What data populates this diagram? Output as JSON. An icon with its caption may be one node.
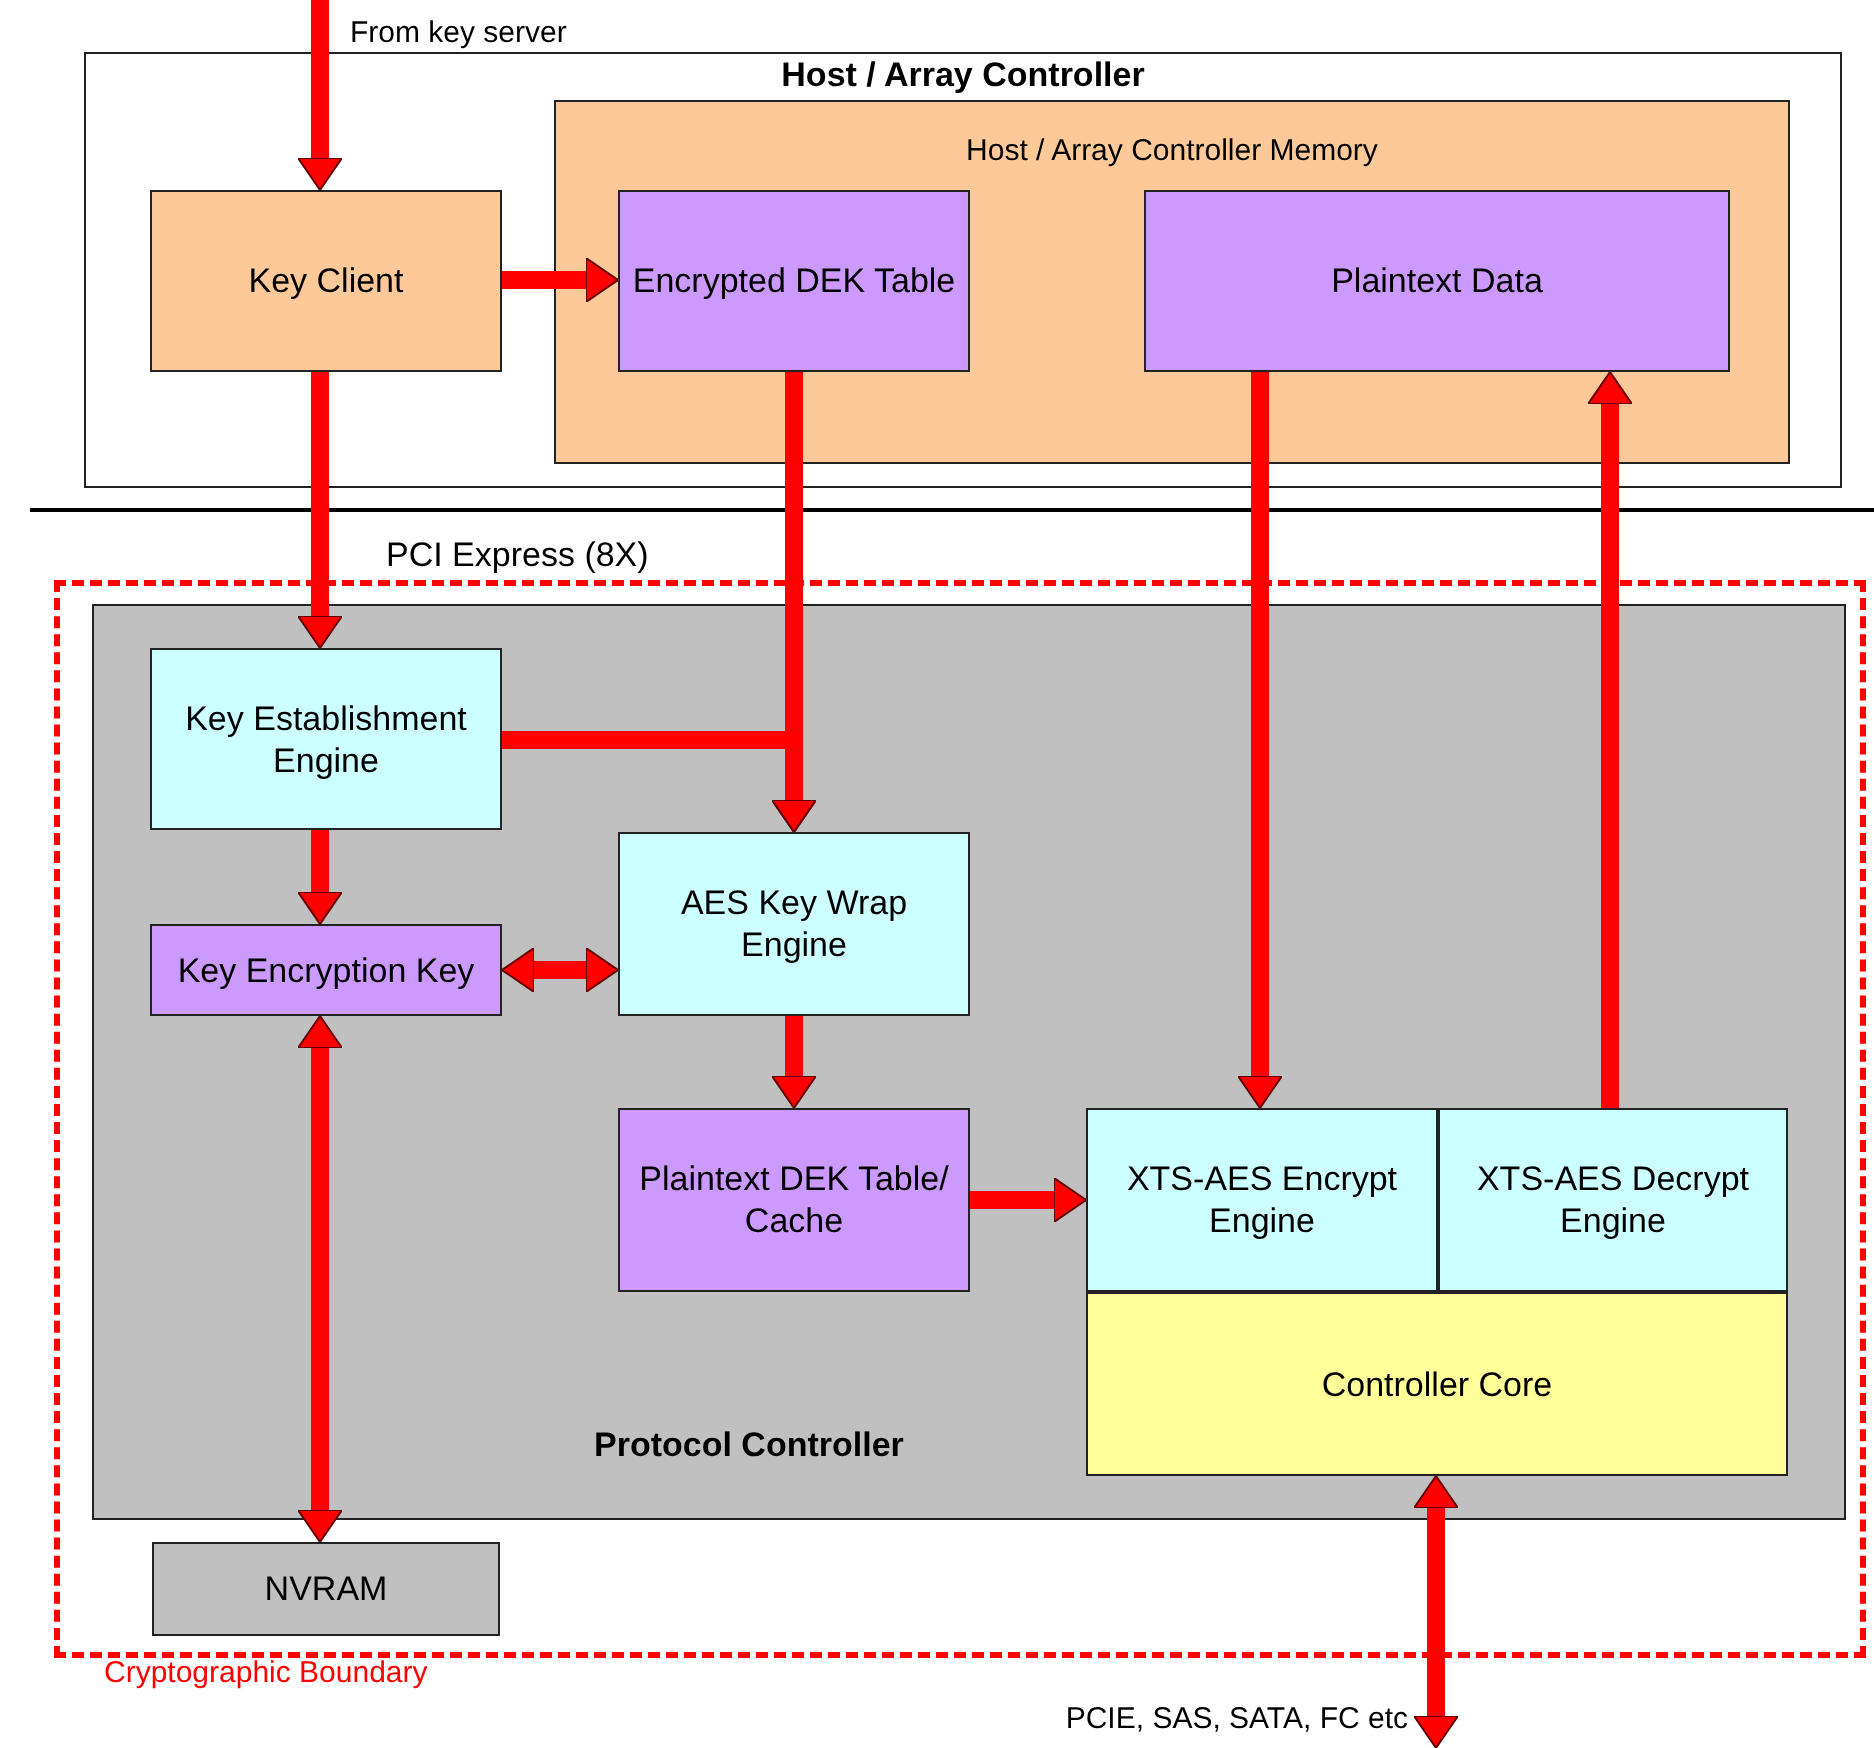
{
  "diagram": {
    "nodes": [
      {
        "text": [
          "Host / Array Controller"
        ]
      },
      {
        "text": [
          "Host / Array Controller Memory"
        ],
        "in": 0
      },
      {
        "text": [
          "Key Client"
        ],
        "in": 0
      },
      {
        "text": [
          "Encrypted DEK Table"
        ],
        "in": 1
      },
      {
        "text": [
          "Plaintext Data"
        ],
        "in": 1
      },
      {
        "text": [
          "Cryptographic Boundary"
        ]
      },
      {
        "text": [
          "Protocol Controller"
        ],
        "in": 5
      },
      {
        "text": [
          "Key Establishment Engine"
        ],
        "in": 6
      },
      {
        "text": [
          "AES Key Wrap Engine"
        ],
        "in": 6
      },
      {
        "text": [
          "Key Encryption Key"
        ],
        "in": 6
      },
      {
        "text": [
          "Plaintext DEK Table/ Cache"
        ],
        "in": 6
      },
      {
        "text": [
          "XTS-AES Encrypt Engine"
        ],
        "in": 6
      },
      {
        "text": [
          "XTS-AES Decrypt Engine"
        ],
        "in": 6
      },
      {
        "text": [
          "Controller Core"
        ],
        "in": 6
      },
      {
        "text": [
          "NVRAM"
        ],
        "in": 5
      }
    ],
    "edges": [
      {
        "from": null,
        "to": 2,
        "arrow": "to",
        "label": "From key server"
      },
      {
        "from": 2,
        "to": 3,
        "arrow": "to"
      },
      {
        "from": 2,
        "to": 7,
        "arrow": "to"
      },
      {
        "from": 3,
        "to": 8,
        "arrow": "to"
      },
      {
        "from": 7,
        "to": 8,
        "arrow": "to"
      },
      {
        "from": 7,
        "to": 9,
        "arrow": "to"
      },
      {
        "from": 9,
        "to": 8,
        "arrow": "both"
      },
      {
        "from": 8,
        "to": 10,
        "arrow": "to"
      },
      {
        "from": 10,
        "to": 11,
        "arrow": "to"
      },
      {
        "from": 4,
        "to": 11,
        "arrow": "to"
      },
      {
        "from": 12,
        "to": 4,
        "arrow": "to"
      },
      {
        "from": 9,
        "to": 14,
        "arrow": "both"
      },
      {
        "from": 13,
        "to": null,
        "arrow": "both",
        "label": "PCIE, SAS, SATA, FC etc"
      }
    ],
    "labels": [
      "PCI Express (8X)"
    ]
  }
}
